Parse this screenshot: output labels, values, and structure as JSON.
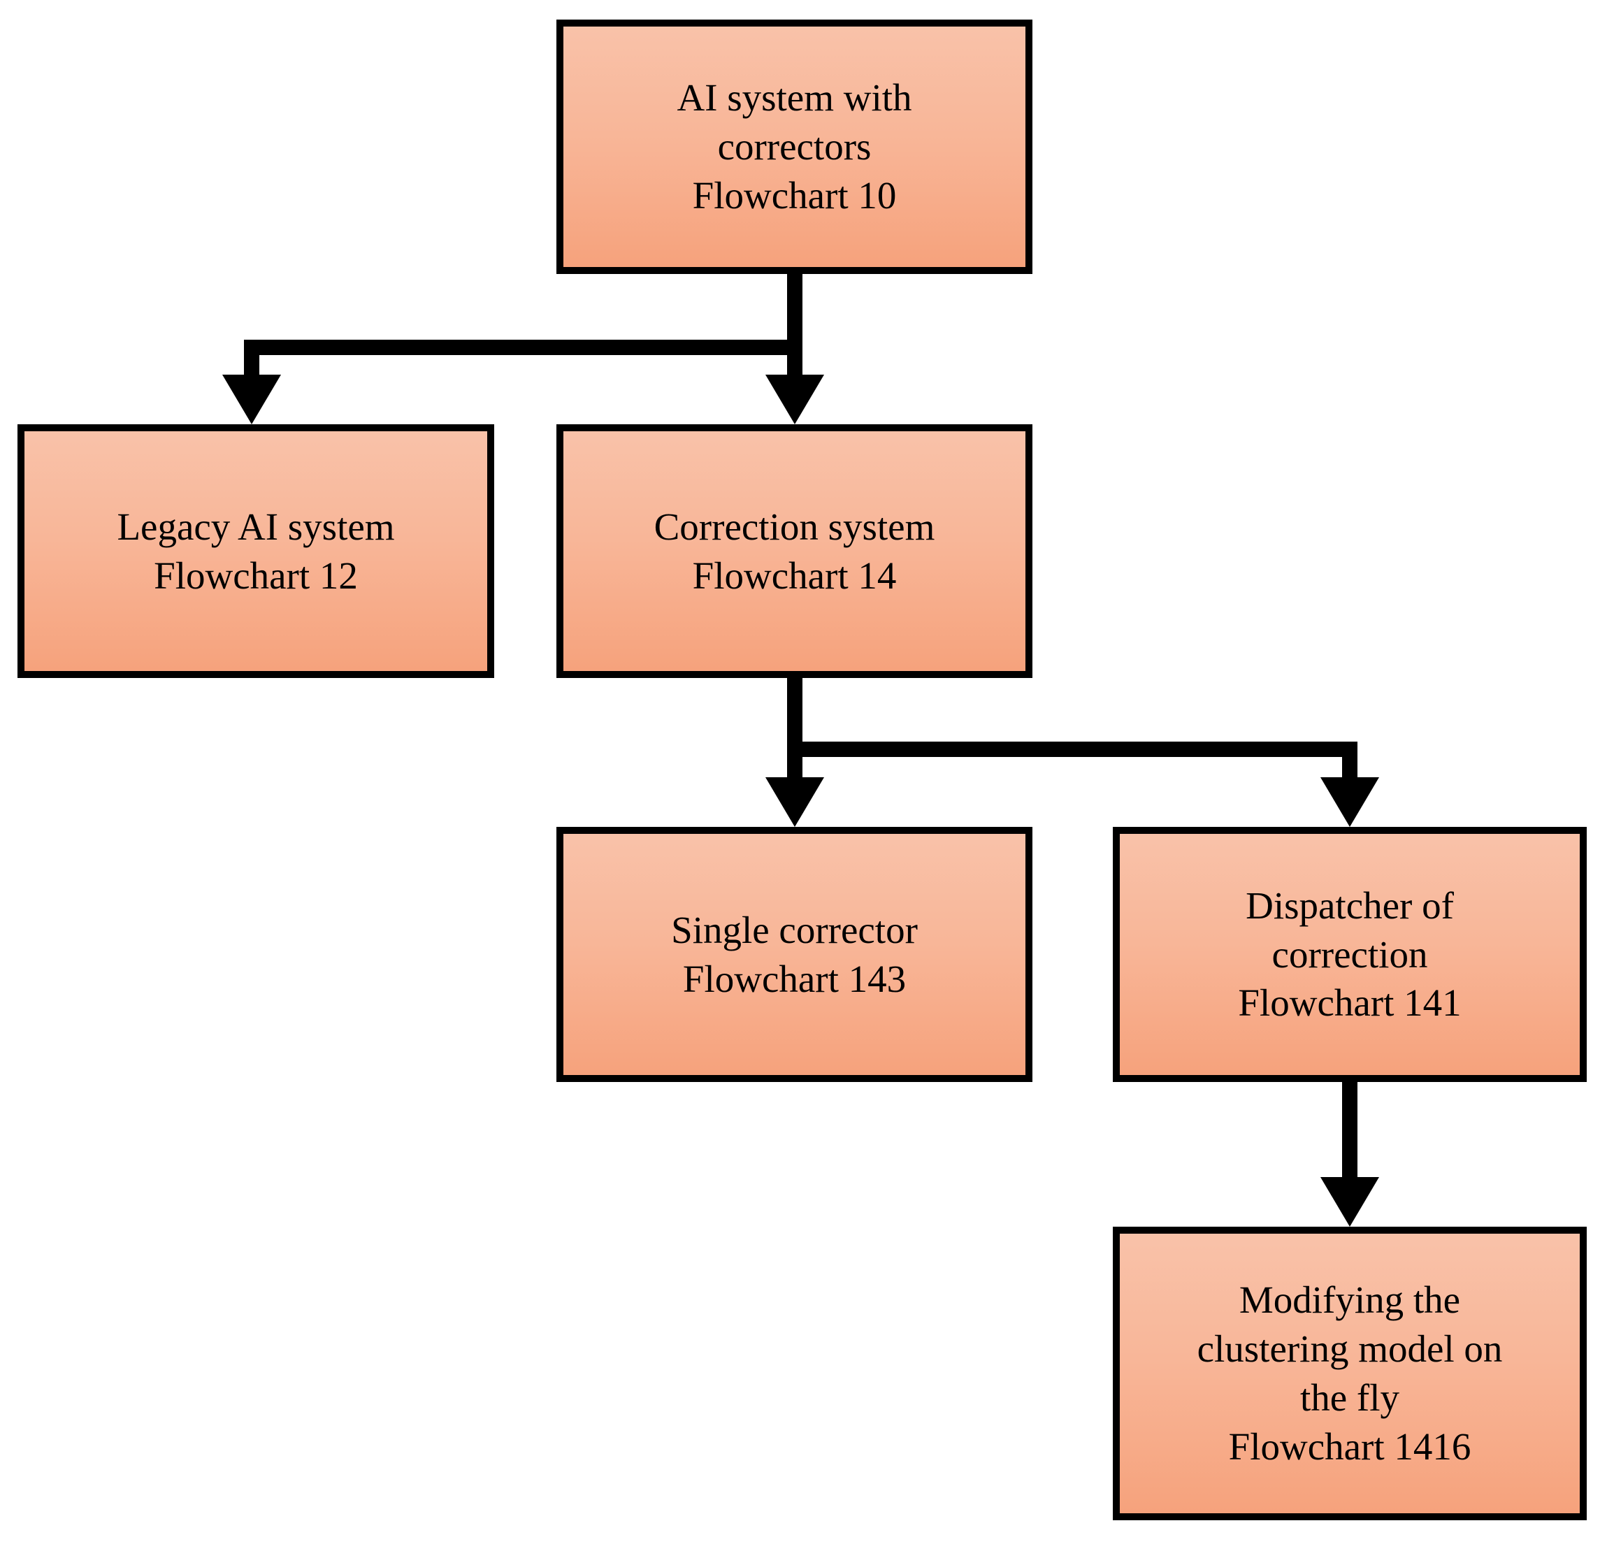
{
  "diagram": {
    "title": "AI system with correctors Flowchart 10",
    "type": "flowchart",
    "orientation": "top-down",
    "style": {
      "node_fill_top": "#f9c2a9",
      "node_fill_bottom": "#f6a27c",
      "node_border": "#000000",
      "edge_color": "#000000",
      "background": "#ffffff",
      "text_color": "#000000"
    },
    "nodes": [
      {
        "id": "root",
        "label": "AI system with\ncorrectors\nFlowchart 10",
        "lines": [
          "AI system with",
          "correctors",
          "Flowchart 10"
        ],
        "flowchart_number": "10"
      },
      {
        "id": "legacy",
        "label": "Legacy AI system\nFlowchart 12",
        "lines": [
          "Legacy AI system",
          "Flowchart 12"
        ],
        "flowchart_number": "12"
      },
      {
        "id": "correction",
        "label": "Correction system\nFlowchart 14",
        "lines": [
          "Correction system",
          "Flowchart 14"
        ],
        "flowchart_number": "14"
      },
      {
        "id": "single",
        "label": "Single corrector\nFlowchart 143",
        "lines": [
          "Single corrector",
          "Flowchart 143"
        ],
        "flowchart_number": "143"
      },
      {
        "id": "dispatcher",
        "label": "Dispatcher of\ncorrection\nFlowchart 141",
        "lines": [
          "Dispatcher of",
          "correction",
          "Flowchart 141"
        ],
        "flowchart_number": "141"
      },
      {
        "id": "modifying",
        "label": "Modifying the\nclustering model on\nthe fly\nFlowchart 1416",
        "lines": [
          "Modifying the",
          "clustering model on",
          "the fly",
          "Flowchart 1416"
        ],
        "flowchart_number": "1416"
      }
    ],
    "edges": [
      {
        "id": "root-to-legacy",
        "from": "root",
        "to": "legacy",
        "arrow": true
      },
      {
        "id": "root-to-correction",
        "from": "root",
        "to": "correction",
        "arrow": true
      },
      {
        "id": "correction-to-single",
        "from": "correction",
        "to": "single",
        "arrow": true
      },
      {
        "id": "correction-to-dispatcher",
        "from": "correction",
        "to": "dispatcher",
        "arrow": true
      },
      {
        "id": "dispatcher-to-modifying",
        "from": "dispatcher",
        "to": "modifying",
        "arrow": true
      }
    ]
  }
}
